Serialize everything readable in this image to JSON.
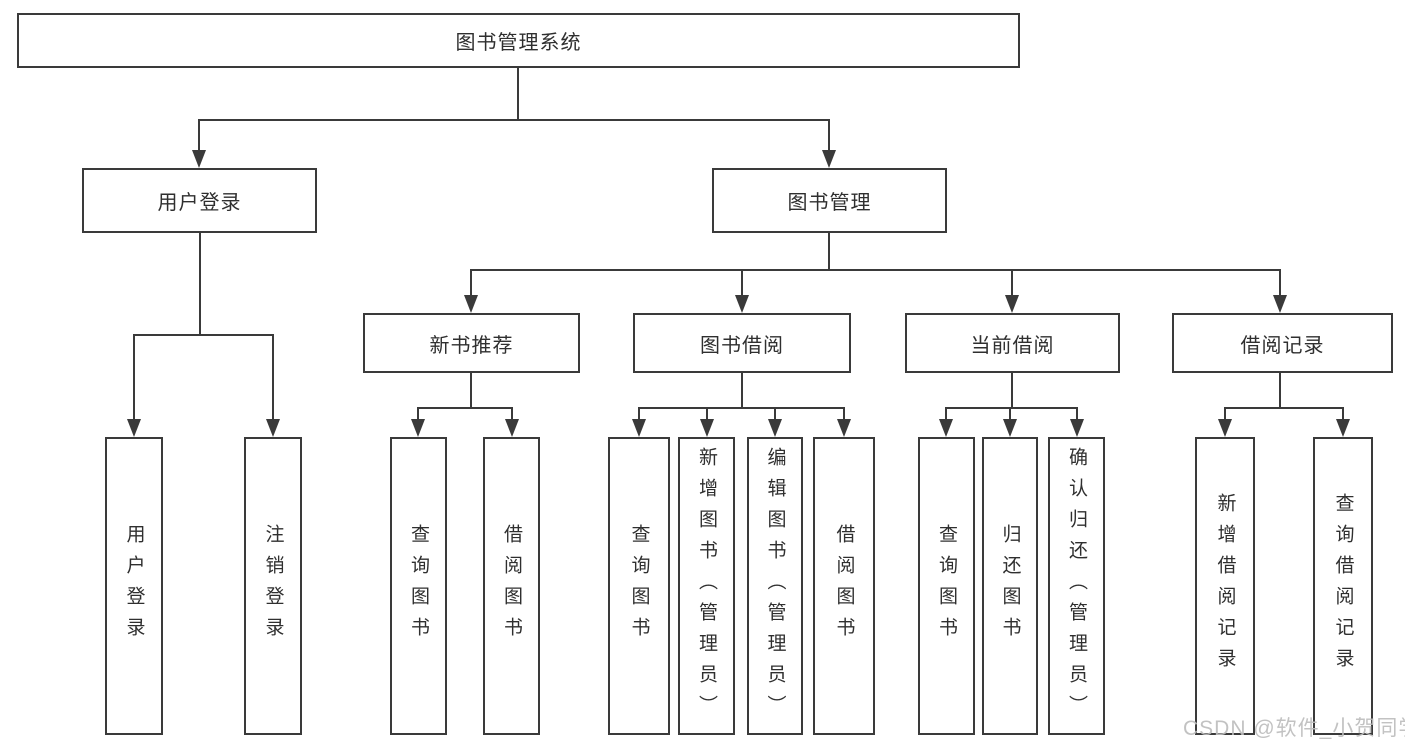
{
  "colors": {
    "line": "#3a3a3a",
    "box_border": "#3a3a3a",
    "box_fill": "#ffffff",
    "text": "#2f2f2f",
    "watermark": "#bdbdbd",
    "background": "#ffffff"
  },
  "diagram": {
    "root": "图书管理系统",
    "login": {
      "label": "用户登录",
      "children": [
        "用户登录",
        "注销登录"
      ]
    },
    "manage": {
      "label": "图书管理"
    },
    "sections": [
      {
        "label": "新书推荐",
        "children": [
          "查询图书",
          "借阅图书"
        ]
      },
      {
        "label": "图书借阅",
        "children": [
          "查询图书",
          "新增图书（管理员）",
          "编辑图书（管理员）",
          "借阅图书"
        ]
      },
      {
        "label": "当前借阅",
        "children": [
          "查询图书",
          "归还图书",
          "确认归还（管理员）"
        ]
      },
      {
        "label": "借阅记录",
        "children": [
          "新增借阅记录",
          "查询借阅记录"
        ]
      }
    ]
  },
  "watermark": {
    "text": "CSDN @软件_小贺同学"
  }
}
